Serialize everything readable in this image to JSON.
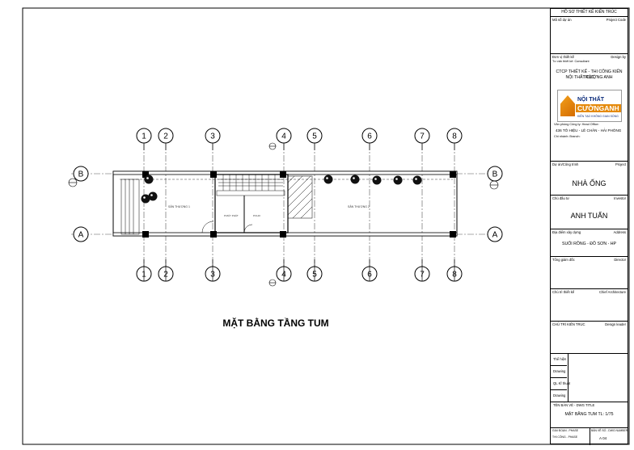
{
  "drawing": {
    "title": "MẶT BẰNG TẦNG TUM",
    "axes_vertical": [
      "1",
      "2",
      "3",
      "4",
      "5",
      "6",
      "7",
      "8"
    ],
    "axes_horizontal": [
      "B",
      "A"
    ],
    "room_label_left": "SÂN THƯỢNG 1",
    "room_label_right": "SÂN THƯỢNG 2",
    "room_label_mid1": "P.MÁY PHÁT",
    "room_label_mid2": "P.KHO"
  },
  "title_block": {
    "header": "HỒ SƠ THIẾT KẾ KIẾN TRÚC",
    "project_code_vn": "Mã số dự án",
    "project_code_en": "Project Code",
    "design_by_vn": "Đơn vị thiết kế",
    "design_by_en": "Design by",
    "consultant_label": "Tư vấn thiết kế: Consultant",
    "company_line1": "CTCP THIẾT KẾ - THI CÔNG KIẾN TRÚC,",
    "company_line2": "NỘI THẤT  CƯỜNG ANH",
    "logo_top": "NỘI THẤT",
    "logo_brand": "CƯỜNGANH",
    "logo_tag": "KIẾN TẠO KHÔNG GIAN SỐNG",
    "office_label": "Văn phòng Công ty: Head Office:",
    "address": "436 TÔ HIỆU - LÊ CHÂN - HẢI PHÒNG",
    "branch_label": "Chi nhánh: Branch:",
    "project_vn": "Dự án/Công trình",
    "project_en": "Project",
    "project_value": "NHÀ ỐNG",
    "investor_vn": "Chủ đầu tư",
    "investor_en": "Investor",
    "investor_value": "ANH TUẤN",
    "address_vn": "Địa điểm xây dựng",
    "address_en": "Address",
    "address_value": "SUỐI RỒNG - ĐỒ SƠN - HP",
    "director_vn": "Tổng giám đốc",
    "director_en": "Director",
    "chief_arch_vn": "Chủ trì thiết kế",
    "chief_arch_en": "Chief Architecture",
    "design_leader_vn": "CHỦ TRÌ KIẾN TRÚC",
    "design_leader_en": "Design leader",
    "row1": "Thể hiện",
    "row2": "Drawing",
    "row3": "QL Kĩ thuật",
    "row4": "Drawing",
    "drawing_title_label": "TÊN BẢN VẼ - DWG TITLE",
    "drawing_title_value": "MẶT BẰNG TUM TL: 1/75",
    "phase_label": "GIAI ĐOẠN - PHASE",
    "phase_value": "THI CÔNG - PHASE",
    "dwg_number_label": "BẢN VẼ SỐ - DWG NUMBER",
    "dwg_number_value": "A 04"
  }
}
